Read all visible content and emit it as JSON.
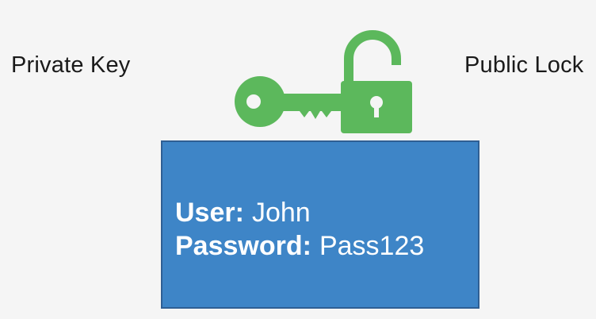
{
  "labels": {
    "private_key": "Private Key",
    "public_lock": "Public Lock"
  },
  "credentials": {
    "user_label": "User:",
    "user_value": "John",
    "password_label": "Password:",
    "password_value": "Pass123"
  },
  "colors": {
    "background": "#f5f5f5",
    "icon_green": "#5cb85c",
    "card_blue": "#3e85c7",
    "card_border": "#2f5f94",
    "text_dark": "#1a1a1a",
    "text_light": "#ffffff"
  },
  "icons": {
    "key": "key-icon",
    "lock": "open-padlock-icon"
  }
}
